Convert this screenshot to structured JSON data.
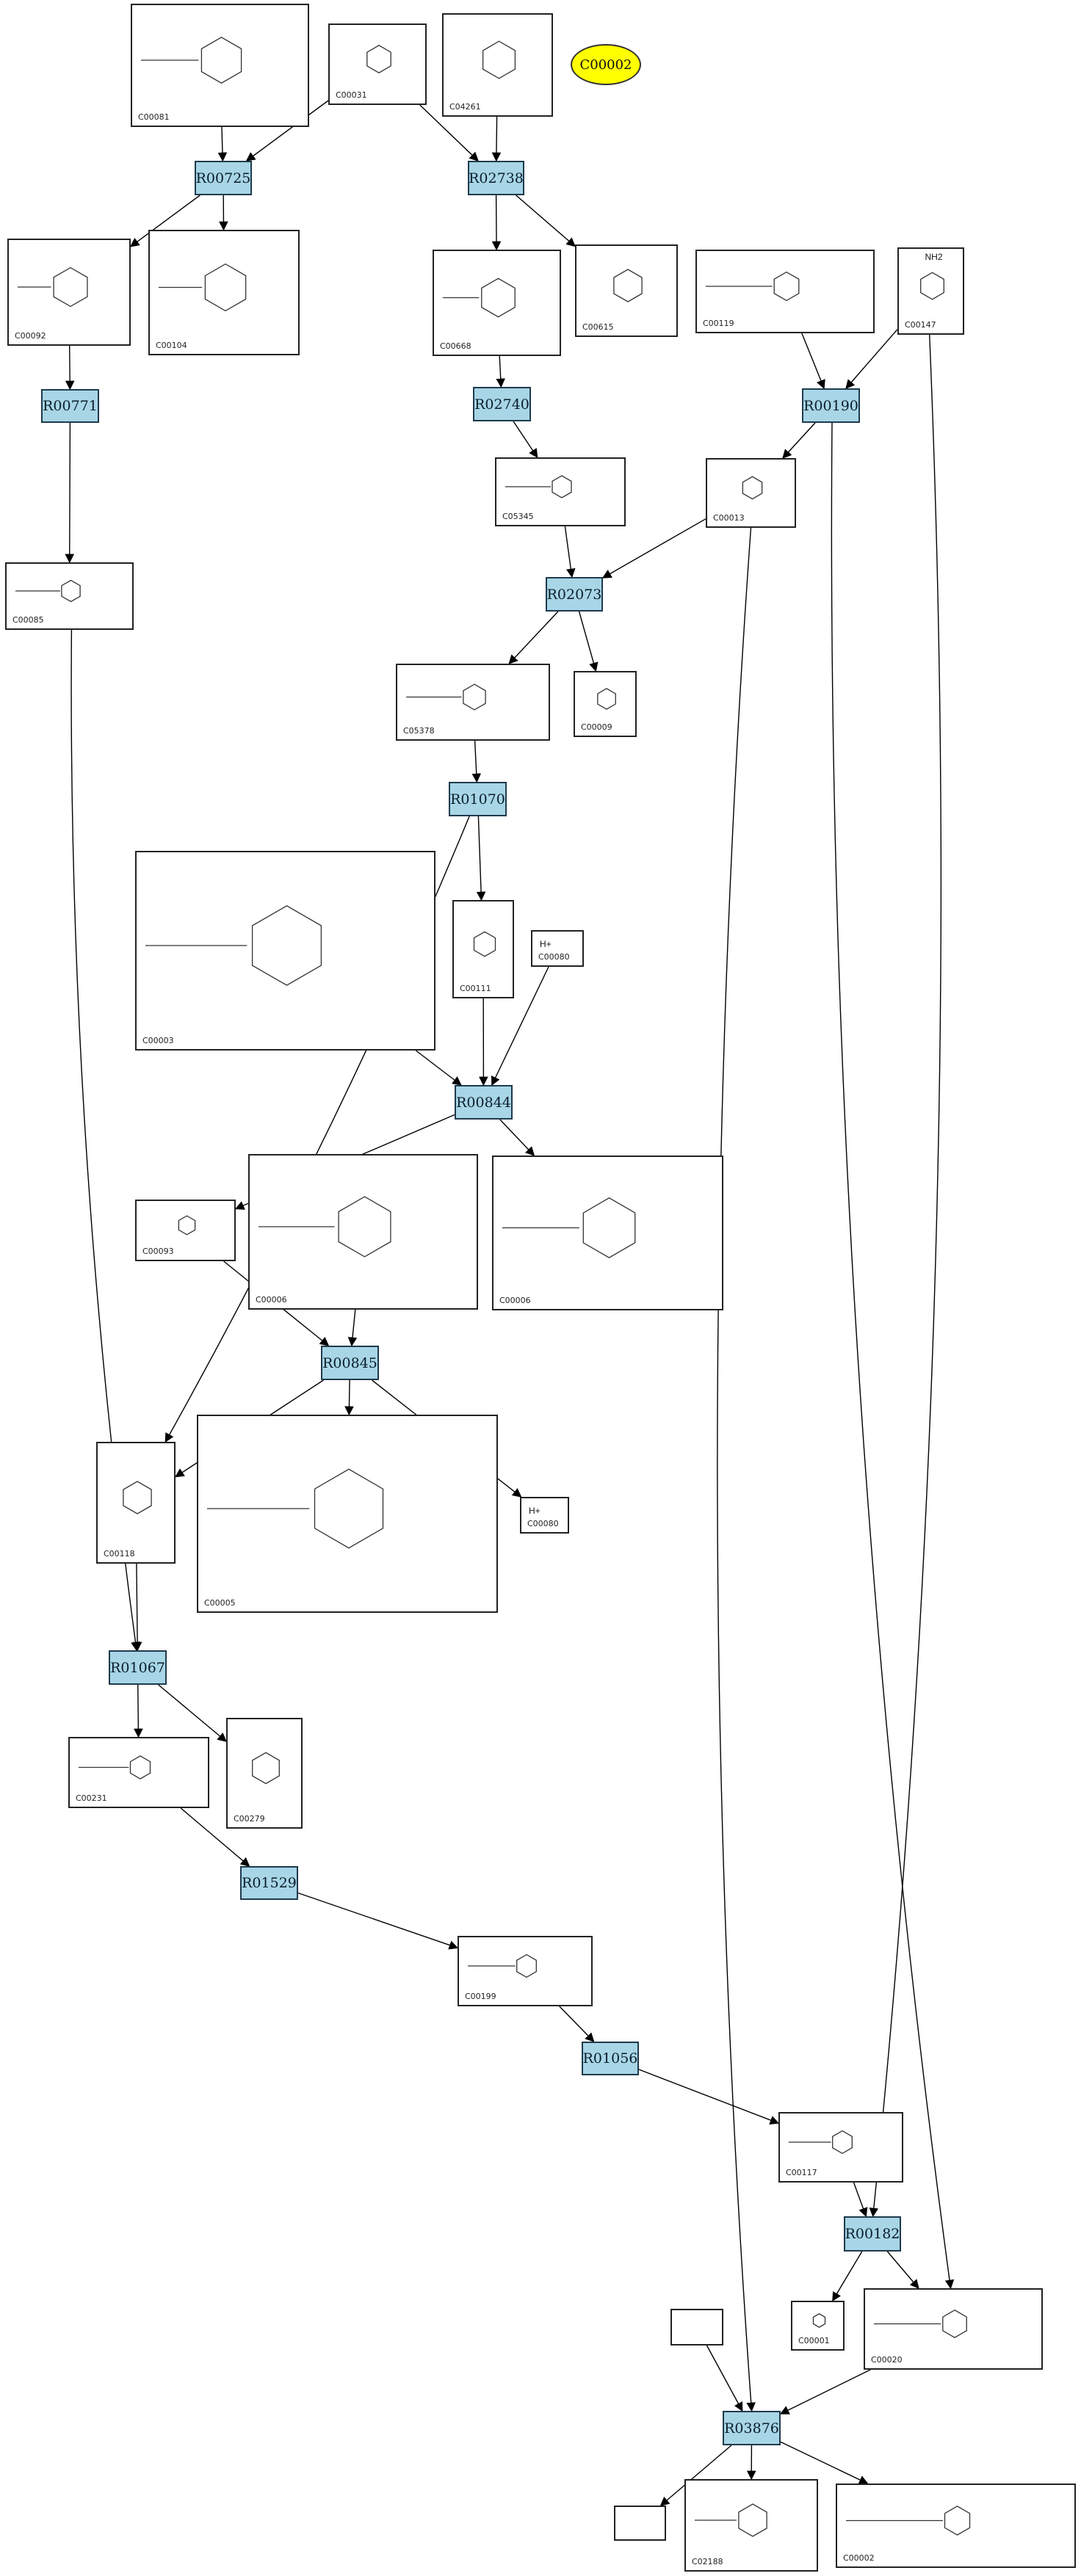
{
  "highlight": {
    "id": "C00002",
    "color": "#ffff00"
  },
  "reaction_color": "#a8d6e6",
  "compounds": [
    {
      "key": "c00081",
      "id": "C00081",
      "struct": ""
    },
    {
      "key": "c00031",
      "id": "C00031",
      "struct": ""
    },
    {
      "key": "c04261",
      "id": "C04261",
      "struct": ""
    },
    {
      "key": "c00092",
      "id": "C00092",
      "struct": ""
    },
    {
      "key": "c00104",
      "id": "C00104",
      "struct": ""
    },
    {
      "key": "c00668",
      "id": "C00668",
      "struct": ""
    },
    {
      "key": "c00615",
      "id": "C00615",
      "struct": ""
    },
    {
      "key": "c00119",
      "id": "C00119",
      "struct": ""
    },
    {
      "key": "c00147",
      "id": "C00147",
      "struct": "NH2"
    },
    {
      "key": "c05345",
      "id": "C05345",
      "struct": ""
    },
    {
      "key": "c00013",
      "id": "C00013",
      "struct": ""
    },
    {
      "key": "c00085",
      "id": "C00085",
      "struct": ""
    },
    {
      "key": "c05378",
      "id": "C05378",
      "struct": ""
    },
    {
      "key": "c00009",
      "id": "C00009",
      "struct": ""
    },
    {
      "key": "c00003",
      "id": "C00003",
      "struct": ""
    },
    {
      "key": "c00111",
      "id": "C00111",
      "struct": ""
    },
    {
      "key": "c00080a",
      "id": "C00080",
      "struct": "H+"
    },
    {
      "key": "c00093",
      "id": "C00093",
      "struct": ""
    },
    {
      "key": "c00006a",
      "id": "C00006",
      "struct": ""
    },
    {
      "key": "c00006b",
      "id": "C00006",
      "struct": ""
    },
    {
      "key": "c00118",
      "id": "C00118",
      "struct": ""
    },
    {
      "key": "c00005",
      "id": "C00005",
      "struct": ""
    },
    {
      "key": "c00080b",
      "id": "C00080",
      "struct": "H+"
    },
    {
      "key": "c00231",
      "id": "C00231",
      "struct": ""
    },
    {
      "key": "c00279",
      "id": "C00279",
      "struct": ""
    },
    {
      "key": "c00199",
      "id": "C00199",
      "struct": ""
    },
    {
      "key": "c00117",
      "id": "C00117",
      "struct": ""
    },
    {
      "key": "c00001",
      "id": "C00001",
      "struct": ""
    },
    {
      "key": "c00020",
      "id": "C00020",
      "struct": ""
    },
    {
      "key": "c02188",
      "id": "C02188",
      "struct": ""
    },
    {
      "key": "c00002b",
      "id": "C00002",
      "struct": ""
    },
    {
      "key": "blank1",
      "id": "",
      "struct": ""
    },
    {
      "key": "blank2",
      "id": "",
      "struct": ""
    }
  ],
  "reactions": [
    {
      "key": "r00725",
      "label": "R00725"
    },
    {
      "key": "r02738",
      "label": "R02738"
    },
    {
      "key": "r00771",
      "label": "R00771"
    },
    {
      "key": "r02740",
      "label": "R02740"
    },
    {
      "key": "r00190",
      "label": "R00190"
    },
    {
      "key": "r02073",
      "label": "R02073"
    },
    {
      "key": "r01070",
      "label": "R01070"
    },
    {
      "key": "r00844",
      "label": "R00844"
    },
    {
      "key": "r00845",
      "label": "R00845"
    },
    {
      "key": "r01067",
      "label": "R01067"
    },
    {
      "key": "r01529",
      "label": "R01529"
    },
    {
      "key": "r01056",
      "label": "R01056"
    },
    {
      "key": "r00182",
      "label": "R00182"
    },
    {
      "key": "r03876",
      "label": "R03876"
    }
  ],
  "edges": [
    [
      "c00081",
      "r00725"
    ],
    [
      "c00031",
      "r00725"
    ],
    [
      "c00031",
      "r02738"
    ],
    [
      "c04261",
      "r02738"
    ],
    [
      "r00725",
      "c00092"
    ],
    [
      "r00725",
      "c00104"
    ],
    [
      "r02738",
      "c00668"
    ],
    [
      "r02738",
      "c00615"
    ],
    [
      "c00092",
      "r00771"
    ],
    [
      "c00668",
      "r02740"
    ],
    [
      "c00119",
      "r00190"
    ],
    [
      "c00147",
      "r00190"
    ],
    [
      "r02740",
      "c05345"
    ],
    [
      "r00190",
      "c00013"
    ],
    [
      "r00771",
      "c00085"
    ],
    [
      "c05345",
      "r02073"
    ],
    [
      "c00013",
      "r02073"
    ],
    [
      "r02073",
      "c05378"
    ],
    [
      "r02073",
      "c00009"
    ],
    [
      "c05378",
      "r01070"
    ],
    [
      "r01070",
      "c00111"
    ],
    [
      "r01070",
      "c00118"
    ],
    [
      "c00003",
      "r00844"
    ],
    [
      "c00111",
      "r00844"
    ],
    [
      "c00080a",
      "r00844"
    ],
    [
      "r00844",
      "c00093"
    ],
    [
      "r00844",
      "c00006b"
    ],
    [
      "c00093",
      "r00845"
    ],
    [
      "c00006a",
      "r00845"
    ],
    [
      "r00845",
      "c00005"
    ],
    [
      "r00845",
      "c00118"
    ],
    [
      "r00845",
      "c00080b"
    ],
    [
      "c00118",
      "r01067"
    ],
    [
      "c00085",
      "r01067"
    ],
    [
      "r01067",
      "c00231"
    ],
    [
      "r01067",
      "c00279"
    ],
    [
      "c00231",
      "r01529"
    ],
    [
      "r01529",
      "c00199"
    ],
    [
      "c00199",
      "r01056"
    ],
    [
      "r01056",
      "c00117"
    ],
    [
      "c00117",
      "r00182"
    ],
    [
      "c00147",
      "r00182"
    ],
    [
      "r00182",
      "c00001"
    ],
    [
      "r00182",
      "c00020"
    ],
    [
      "r00190",
      "c00020"
    ],
    [
      "c00013",
      "r03876"
    ],
    [
      "blank1",
      "r03876"
    ],
    [
      "c00020",
      "r03876"
    ],
    [
      "r03876",
      "blank2"
    ],
    [
      "r03876",
      "c02188"
    ],
    [
      "r03876",
      "c00002b"
    ]
  ]
}
